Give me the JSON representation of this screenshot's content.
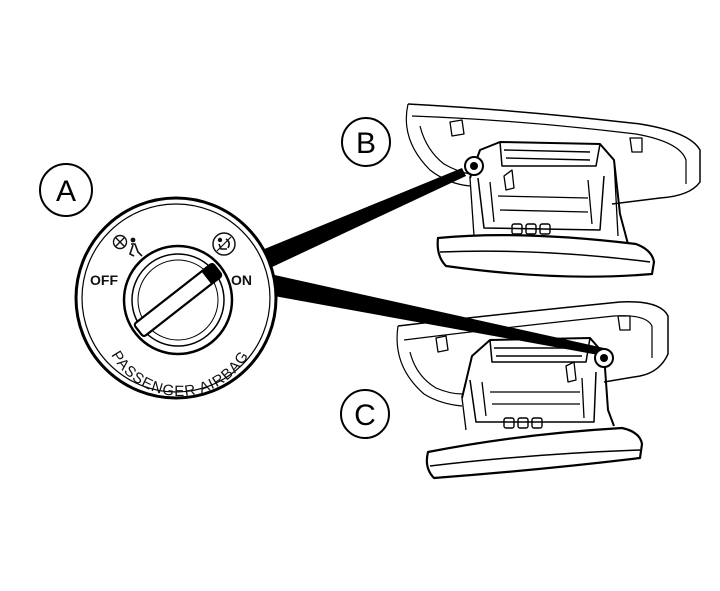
{
  "callouts": {
    "a": "A",
    "b": "B",
    "c": "C"
  },
  "switch": {
    "off_label": "OFF",
    "on_label": "ON",
    "ring_text": "PASSENGER AIRBAG",
    "position": "off"
  },
  "icons": {
    "off": "airbag-off-icon",
    "on": "airbag-on-icon"
  },
  "colors": {
    "ink": "#000000",
    "paper": "#ffffff"
  }
}
